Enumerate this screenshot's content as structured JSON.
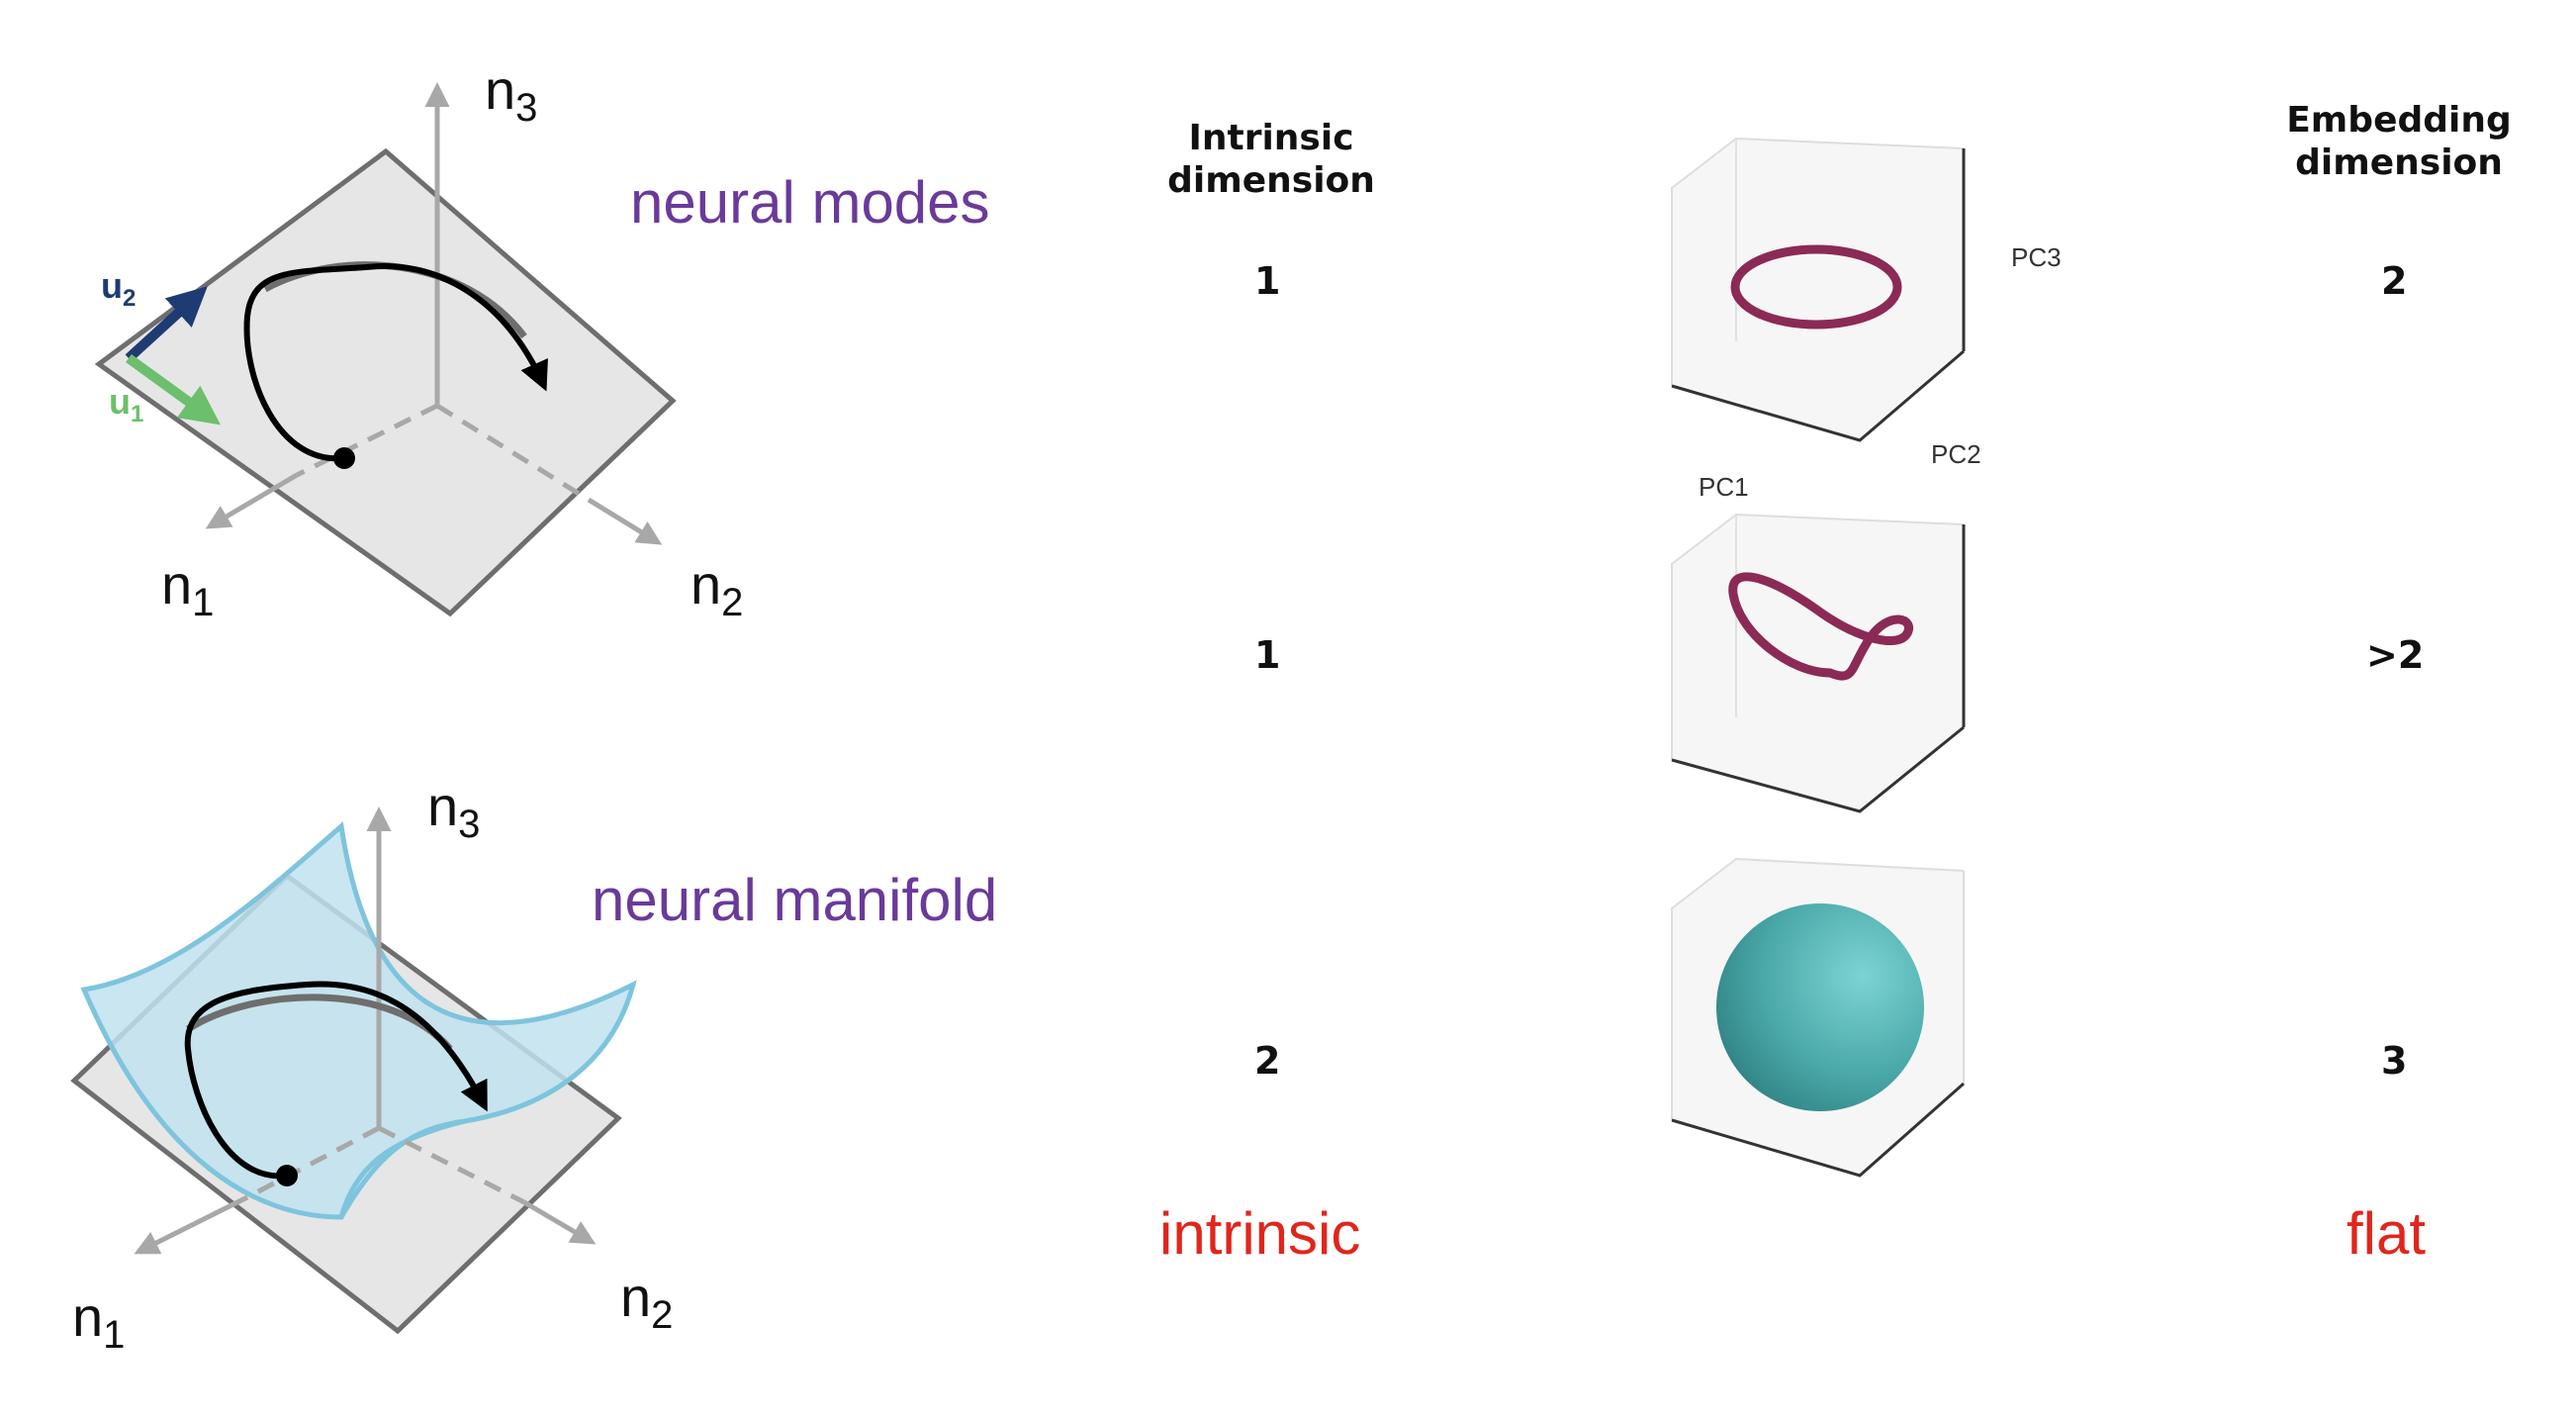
{
  "top_panel": {
    "label": "neural modes",
    "axes": {
      "n": "n",
      "sub1": "1",
      "sub2": "2",
      "sub3": "3"
    },
    "vectors": {
      "u": "u",
      "sub1": "1",
      "sub2": "2"
    }
  },
  "bottom_panel": {
    "label": "neural manifold",
    "axes": {
      "n": "n",
      "sub1": "1",
      "sub2": "2",
      "sub3": "3"
    }
  },
  "table": {
    "intrinsic_header": "Intrinsic\ndimension",
    "embedding_header": "Embedding\ndimension",
    "pc_labels": {
      "pc1": "PC1",
      "pc2": "PC2",
      "pc3": "PC3"
    },
    "rows": [
      {
        "shape": "circle",
        "intrinsic": "1",
        "embedding": "2"
      },
      {
        "shape": "twisted-loop",
        "intrinsic": "1",
        "embedding": ">2"
      },
      {
        "shape": "sphere",
        "intrinsic": "2",
        "embedding": "3"
      }
    ],
    "footer_intrinsic": "intrinsic",
    "footer_flat": "flat"
  },
  "colors": {
    "purple": "#6a3a9a",
    "red": "#e0261d",
    "curve": "#8b2a55",
    "sphere": "#4aa8a8",
    "manifold": "#bfe2ef",
    "u1": "#6cbf6c",
    "u2": "#1f3b73"
  }
}
